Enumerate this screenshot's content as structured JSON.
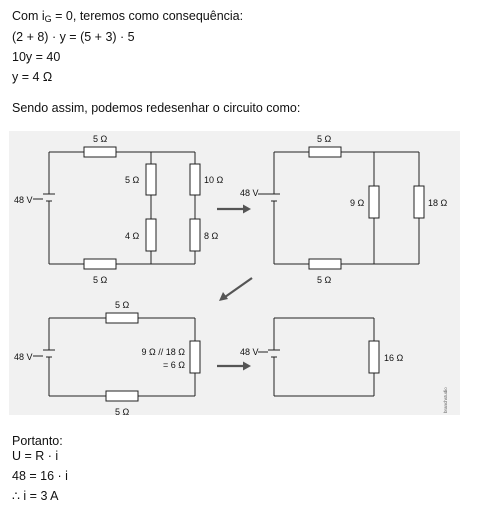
{
  "intro": {
    "line1_pre": "Com  i",
    "line1_sub": "G",
    "line1_post": " = 0,  teremos como consequência:",
    "eq1": "(2 + 8) · y = (5 + 3) · 5",
    "eq2": "10y = 40",
    "eq3": "y = 4 Ω"
  },
  "redraw_text": "Sendo assim, podemos redesenhar o circuito como:",
  "figure": {
    "c1": {
      "v": "48 V",
      "r_top": "5 Ω",
      "r_bottom": "5 Ω",
      "r_a_top": "5 Ω",
      "r_a_bot": "4 Ω",
      "r_b_top": "10 Ω",
      "r_b_bot": "8 Ω"
    },
    "c2": {
      "v": "48 V",
      "r_top": "5 Ω",
      "r_bottom": "5 Ω",
      "r_mid": "9 Ω",
      "r_right": "18 Ω"
    },
    "c3": {
      "v": "48 V",
      "r_top": "5 Ω",
      "r_bottom": "5 Ω",
      "r_eq_line1": "9 Ω // 18 Ω",
      "r_eq_line2": "= 6 Ω"
    },
    "c4": {
      "v": "48 V",
      "r": "16 Ω"
    },
    "watermark": "branchstudio"
  },
  "conclusion": {
    "label": "Portanto:",
    "eq1": "U = R · i",
    "eq2": "48 = 16 · i",
    "eq3": "∴ i = 3 A"
  }
}
